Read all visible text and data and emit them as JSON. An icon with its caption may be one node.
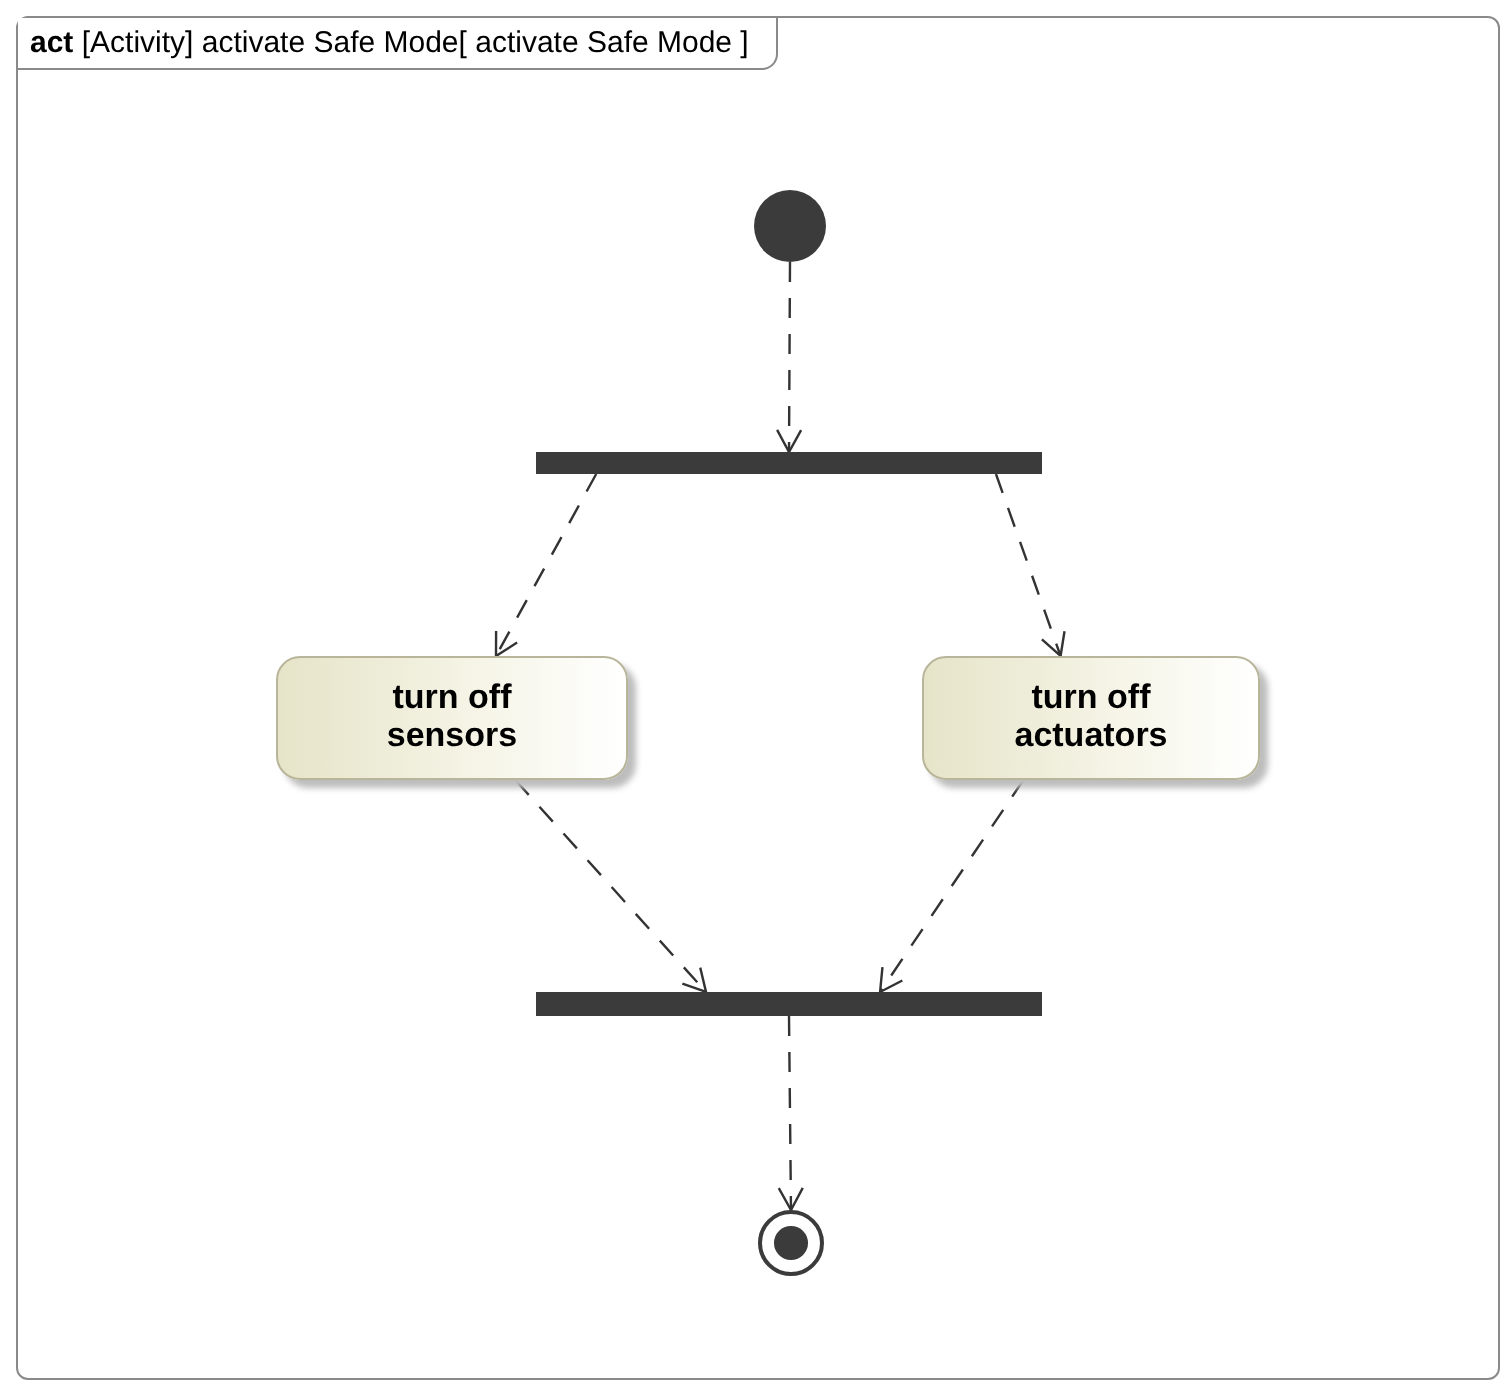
{
  "diagram": {
    "nodes": [
      {
        "text": [
          "**act** [Activity] activate Safe Mode[ activate Safe Mode ]"
        ]
      },
      {
        "text": [],
        "shape": "circle",
        "in": 0
      },
      {
        "text": [],
        "shape": "bar",
        "in": 0
      },
      {
        "text": [
          "turn off sensors"
        ],
        "in": 0
      },
      {
        "text": [
          "turn off actuators"
        ],
        "in": 0
      },
      {
        "text": [],
        "shape": "bar",
        "in": 0
      },
      {
        "text": [],
        "shape": "bullseye",
        "in": 0
      }
    ],
    "edges": [
      {
        "from": 1,
        "to": 2,
        "arrow": "to",
        "style": "dashed"
      },
      {
        "from": 2,
        "to": 3,
        "arrow": "to",
        "style": "dashed"
      },
      {
        "from": 2,
        "to": 4,
        "arrow": "to",
        "style": "dashed"
      },
      {
        "from": 3,
        "to": 5,
        "arrow": "to",
        "style": "dashed"
      },
      {
        "from": 4,
        "to": 5,
        "arrow": "to",
        "style": "dashed"
      },
      {
        "from": 5,
        "to": 6,
        "arrow": "to",
        "style": "dashed"
      }
    ]
  }
}
